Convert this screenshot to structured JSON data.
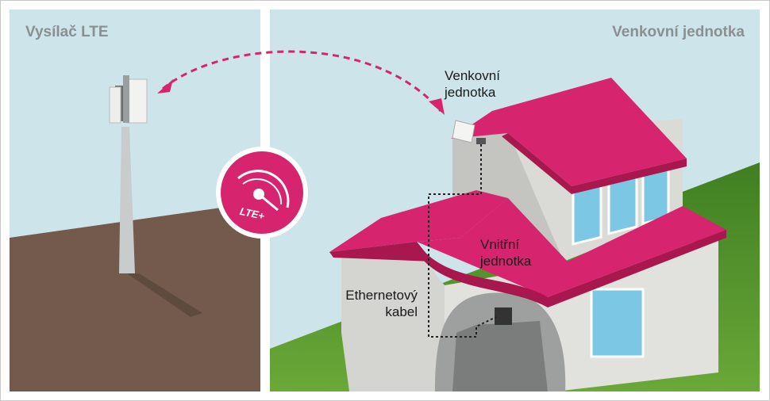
{
  "left_panel": {
    "title": "Vysílač LTE"
  },
  "right_panel": {
    "title": "Venkovní jednotka"
  },
  "badge": {
    "text": "LTE+",
    "icon": "speedometer-icon"
  },
  "labels": {
    "outdoor_unit": [
      "Venkovní",
      "jednotka"
    ],
    "indoor_unit": [
      "Vnitřní",
      "jednotka"
    ],
    "ethernet_cable": [
      "Ethernetový",
      "kabel"
    ]
  },
  "colors": {
    "accent": "#d6246e",
    "sky": "#cde5ea",
    "ground": "#735a4c",
    "grass": "#4f8f2a",
    "wall": "#d4d4d0"
  }
}
